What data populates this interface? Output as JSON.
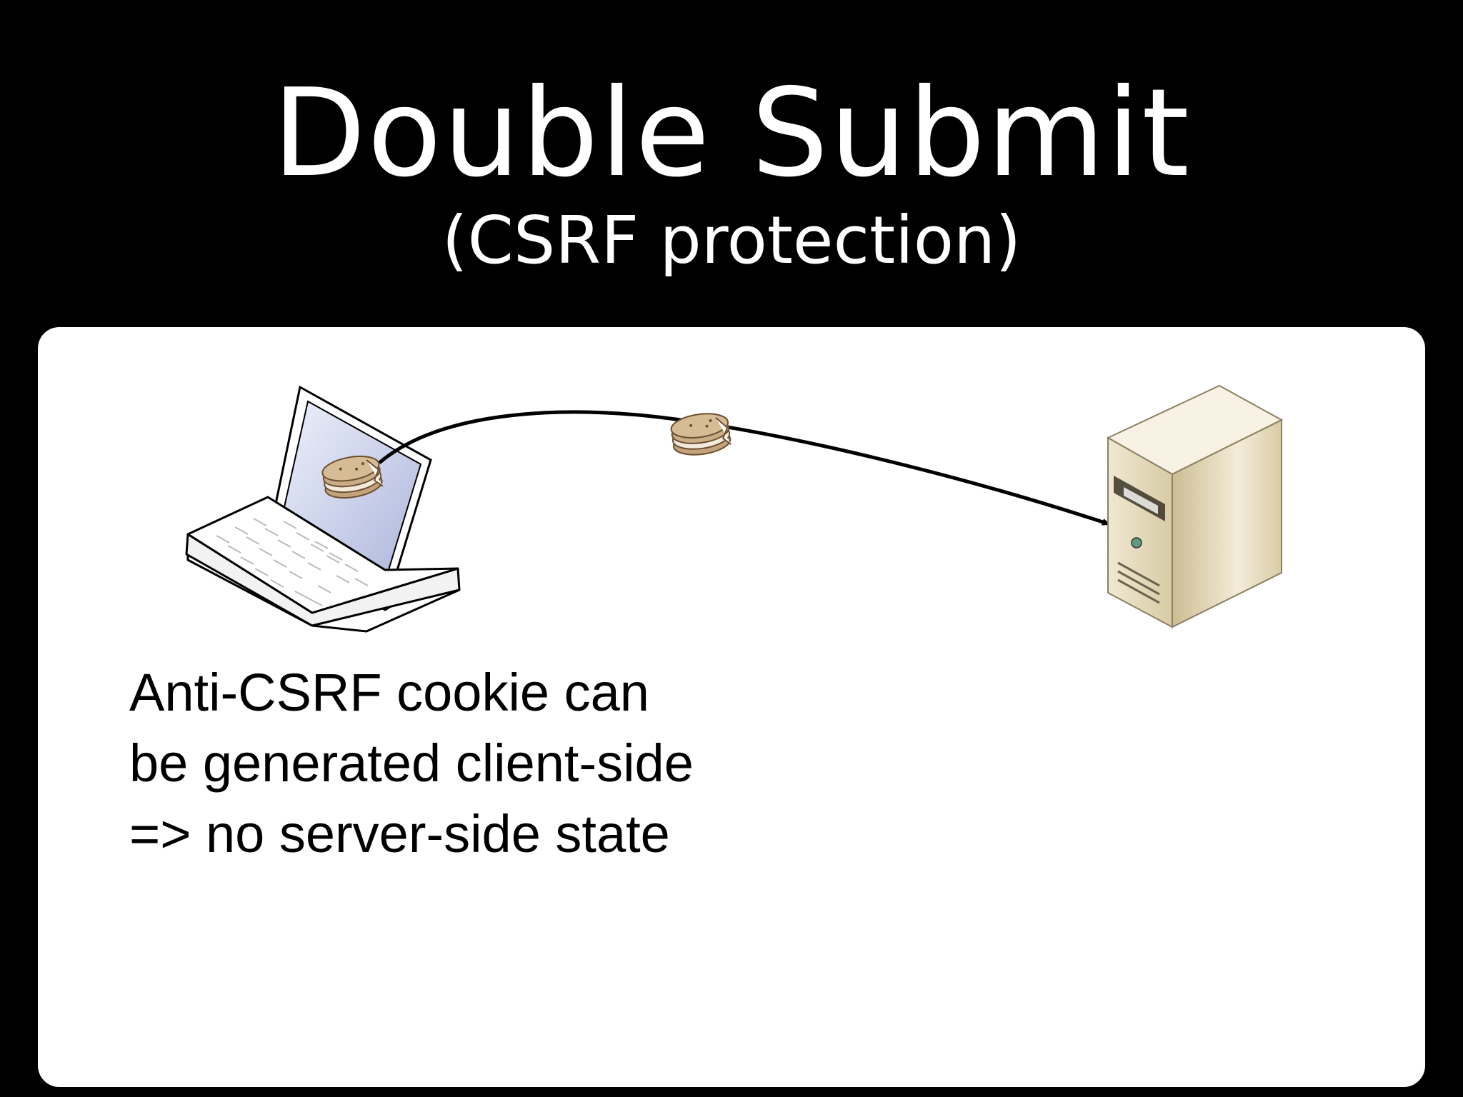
{
  "slide": {
    "title": "Double Submit",
    "subtitle": "(CSRF protection)",
    "caption_lines": [
      "Anti-CSRF cookie can",
      "be generated client-side",
      "=> no server-side state"
    ]
  },
  "icons": {
    "client": "laptop-icon",
    "server": "server-tower-icon",
    "token": "cookie-icon"
  },
  "colors": {
    "background": "#000000",
    "panel": "#ffffff",
    "server_body": "#e2d7b8",
    "cookie": "#c9ad86"
  }
}
